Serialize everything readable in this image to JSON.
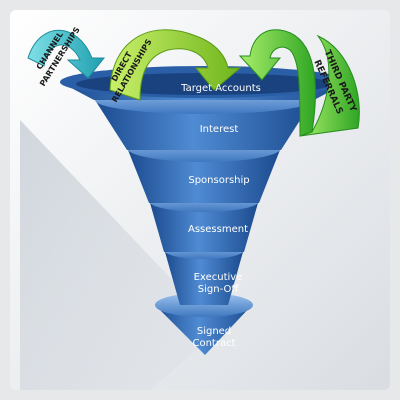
{
  "funnel": {
    "stages": [
      {
        "label": "Target Accounts"
      },
      {
        "label": "Interest"
      },
      {
        "label": "Sponsorship"
      },
      {
        "label": "Assessment"
      },
      {
        "label": "Executive",
        "label2": "Sign-Off"
      },
      {
        "label": "Signed",
        "label2": "Contract"
      }
    ]
  },
  "arrows": [
    {
      "label1": "CHANNEL",
      "label2": "PARTNERSHIPS",
      "color": "#2bb7c3"
    },
    {
      "label1": "DIRECT",
      "label2": "RELATIONSHIPS",
      "color": "#8fcf2a"
    },
    {
      "label1": "THIRD PARTY",
      "label2": "REFERRALS",
      "color": "#46c12e"
    }
  ],
  "colors": {
    "funnel_light": "#5b93d6",
    "funnel_dark": "#1f4f94",
    "background": "#f4f5f6"
  }
}
